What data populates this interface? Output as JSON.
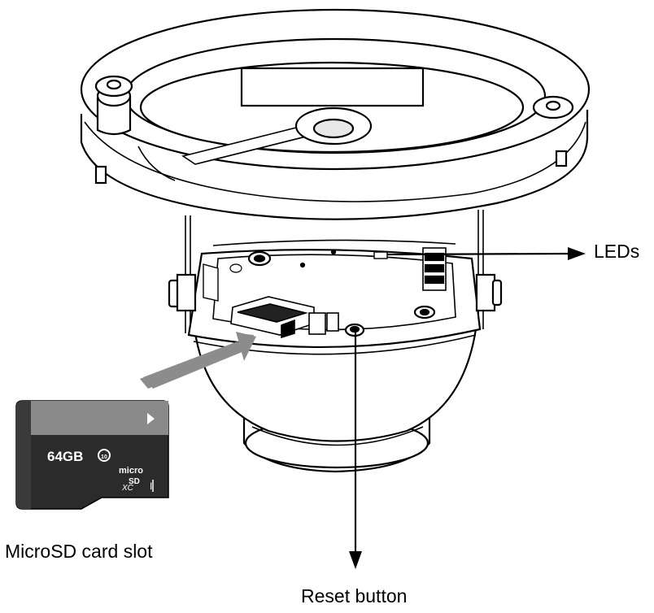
{
  "labels": {
    "leds": "LEDs",
    "microsd_slot": "MicroSD card slot",
    "reset_button": "Reset button"
  },
  "sd_card": {
    "capacity": "64GB",
    "class_mark": "10",
    "brand_top": "micro",
    "brand_bottom": "SD",
    "format": "XC",
    "speed_mark": "I"
  },
  "colors": {
    "line": "#000000",
    "fill": "#ffffff",
    "card_body": "#2b2b2b",
    "card_stripe": "#8a8a8a",
    "insert_arrow": "#8c8c8c"
  }
}
